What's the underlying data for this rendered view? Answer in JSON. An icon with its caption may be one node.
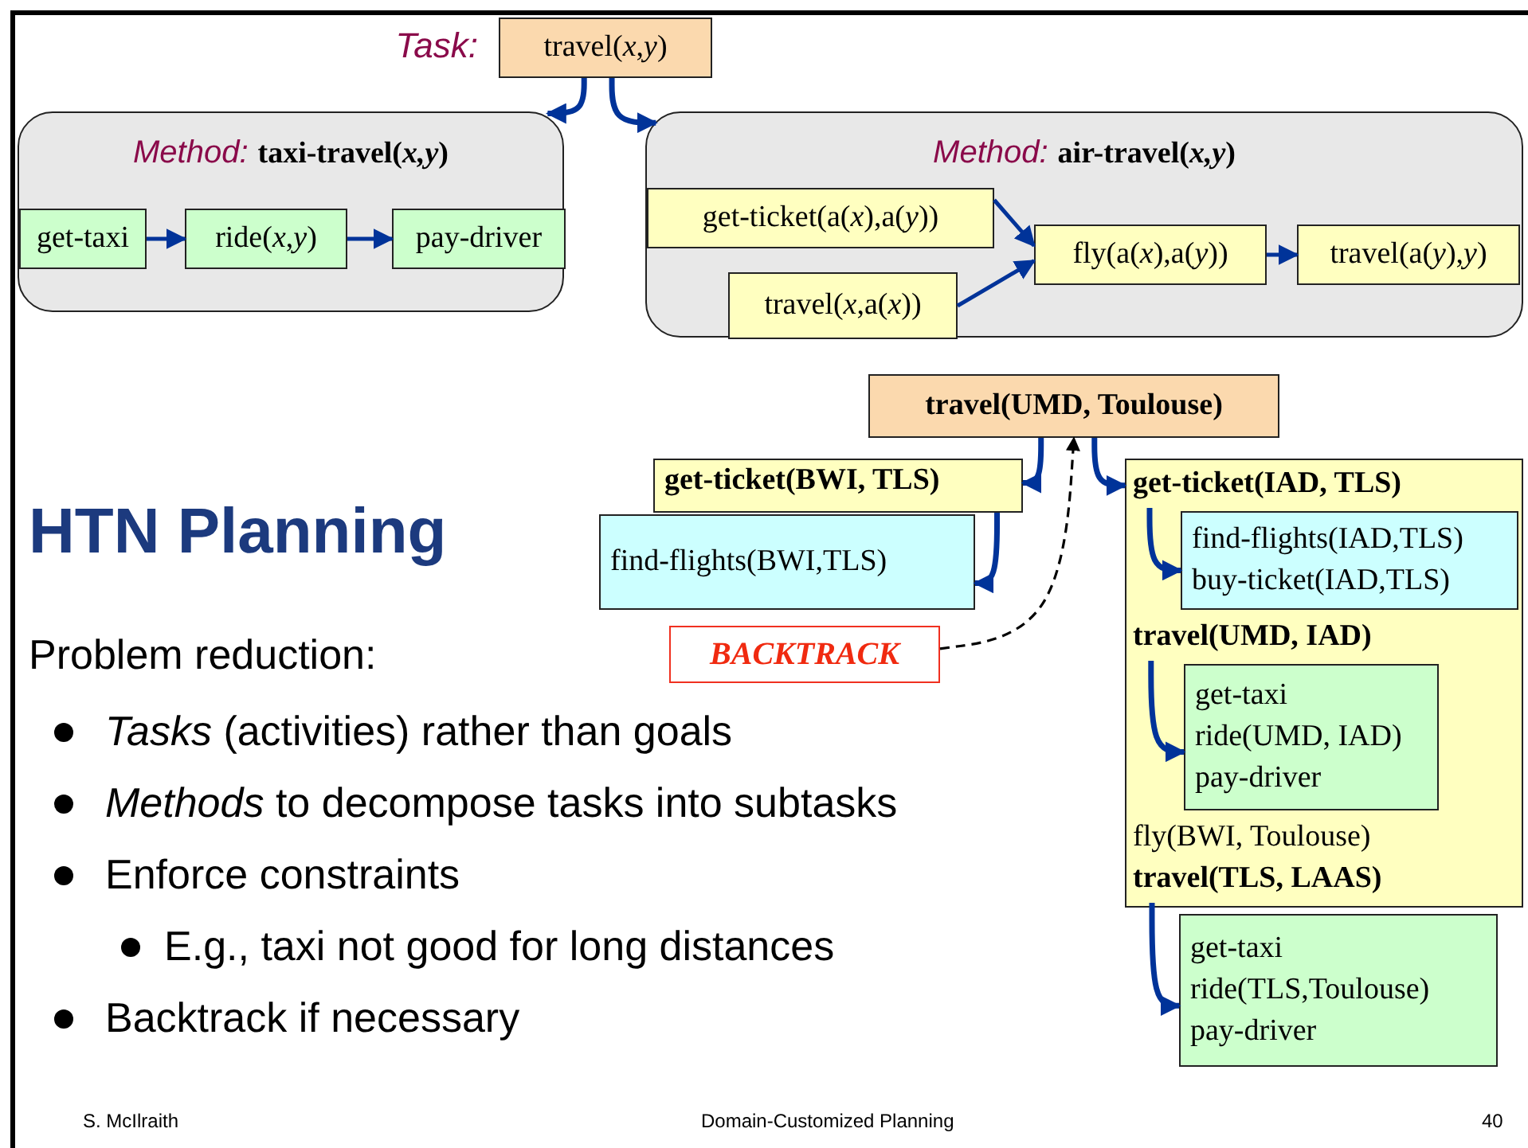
{
  "diagram": {
    "title": "HTN Planning",
    "nodes": [
      {
        "text": [
          "travel(*x*,*y*)"
        ],
        "beside": [
          "Task:"
        ]
      },
      {
        "text": [
          "Method:",
          "taxi-travel(*x,y*)"
        ]
      },
      {
        "text": [
          "get-taxi"
        ],
        "in": 1
      },
      {
        "text": [
          "ride(*x*,*y*)"
        ],
        "in": 1
      },
      {
        "text": [
          "pay-driver"
        ],
        "in": 1
      },
      {
        "text": [
          "Method:",
          "air-travel(*x,y*)"
        ]
      },
      {
        "text": [
          "get-ticket(a(*x*),a(*y*))"
        ],
        "in": 5
      },
      {
        "text": [
          "travel(*x*,a(*x*))"
        ],
        "in": 5
      },
      {
        "text": [
          "fly(a(*x*),a(*y*))"
        ],
        "in": 5
      },
      {
        "text": [
          "travel(a(*y*),*y*)"
        ],
        "in": 5
      },
      {
        "text": [
          "travel(UMD, Toulouse)"
        ]
      },
      {
        "text": [
          "get-ticket(BWI, TLS)"
        ]
      },
      {
        "text": [
          "find-flights(BWI,TLS)"
        ]
      },
      {
        "text": [
          "BACKTRACK"
        ]
      },
      {
        "text": [],
        "shape": "box"
      },
      {
        "text": [
          "get-ticket(IAD, TLS)"
        ],
        "in": 14
      },
      {
        "text": [
          "find-flights(IAD,TLS)",
          "buy-ticket(IAD,TLS)"
        ],
        "in": 14
      },
      {
        "text": [
          "travel(UMD, IAD)"
        ],
        "in": 14
      },
      {
        "text": [
          "get-taxi",
          "ride(UMD, IAD)",
          "pay-driver"
        ],
        "in": 14
      },
      {
        "text": [
          "fly(BWI, Toulouse)"
        ],
        "in": 14
      },
      {
        "text": [
          "travel(TLS, LAAS)"
        ],
        "in": 14
      },
      {
        "text": [
          "get-taxi",
          "ride(TLS,Toulouse)",
          "pay-driver"
        ]
      }
    ],
    "edges": [
      {
        "from": 0,
        "to": 1,
        "arrow": "to"
      },
      {
        "from": 0,
        "to": 5,
        "arrow": "to"
      },
      {
        "from": 2,
        "to": 3,
        "arrow": "to"
      },
      {
        "from": 3,
        "to": 4,
        "arrow": "to"
      },
      {
        "from": 6,
        "to": 8,
        "arrow": "to"
      },
      {
        "from": 7,
        "to": 8,
        "arrow": "to"
      },
      {
        "from": 8,
        "to": 9,
        "arrow": "to"
      },
      {
        "from": 10,
        "to": 11,
        "arrow": "to"
      },
      {
        "from": 10,
        "to": 14,
        "arrow": "to"
      },
      {
        "from": 11,
        "to": 12,
        "arrow": "to"
      },
      {
        "from": 15,
        "to": 16,
        "arrow": "to"
      },
      {
        "from": 17,
        "to": 18,
        "arrow": "to"
      },
      {
        "from": 20,
        "to": 21,
        "arrow": "to"
      },
      {
        "from": 13,
        "to": 10,
        "arrow": "to",
        "style": "dashed",
        "color": "#000000"
      }
    ],
    "labels": [
      "Problem reduction:",
      "*Tasks* (activities) rather than goals",
      "*Methods* to decompose tasks into subtasks",
      "Enforce constraints",
      "E.g., taxi not good for long distances",
      "Backtrack if necessary",
      "S. McIlraith",
      "Domain-Customized Planning",
      "40"
    ]
  }
}
